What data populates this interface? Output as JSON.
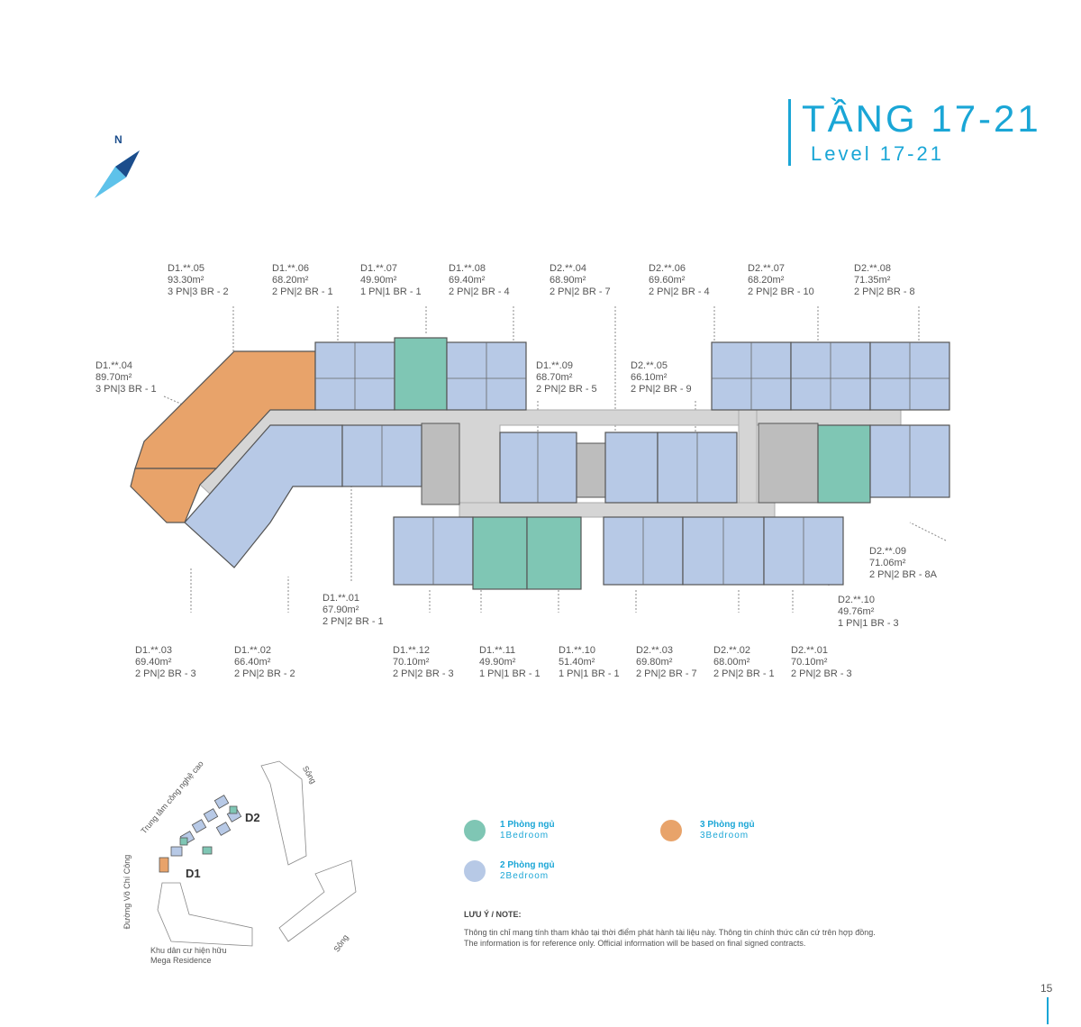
{
  "header": {
    "title_vn": "TẦNG 17-21",
    "title_en": "Level 17-21"
  },
  "compass": {
    "label": "N"
  },
  "colors": {
    "one_bedroom": "#7fc6b4",
    "two_bedroom": "#b7c9e6",
    "three_bedroom": "#e8a36a",
    "accent": "#1aa6d6"
  },
  "units": [
    {
      "code": "D1.**.05",
      "area": "93.30m²",
      "type": "3 PN|3 BR - 2"
    },
    {
      "code": "D1.**.06",
      "area": "68.20m²",
      "type": "2 PN|2 BR - 1"
    },
    {
      "code": "D1.**.07",
      "area": "49.90m²",
      "type": "1 PN|1 BR - 1"
    },
    {
      "code": "D1.**.08",
      "area": "69.40m²",
      "type": "2 PN|2 BR - 4"
    },
    {
      "code": "D2.**.04",
      "area": "68.90m²",
      "type": "2 PN|2 BR - 7"
    },
    {
      "code": "D2.**.06",
      "area": "69.60m²",
      "type": "2 PN|2 BR - 4"
    },
    {
      "code": "D2.**.07",
      "area": "68.20m²",
      "type": "2 PN|2 BR - 10"
    },
    {
      "code": "D2.**.08",
      "area": "71.35m²",
      "type": "2 PN|2 BR - 8"
    },
    {
      "code": "D1.**.04",
      "area": "89.70m²",
      "type": "3 PN|3 BR - 1"
    },
    {
      "code": "D1.**.09",
      "area": "68.70m²",
      "type": "2 PN|2 BR - 5"
    },
    {
      "code": "D2.**.05",
      "area": "66.10m²",
      "type": "2 PN|2 BR - 9"
    },
    {
      "code": "D2.**.09",
      "area": "71.06m²",
      "type": "2 PN|2 BR - 8A"
    },
    {
      "code": "D1.**.01",
      "area": "67.90m²",
      "type": "2 PN|2 BR - 1"
    },
    {
      "code": "D2.**.10",
      "area": "49.76m²",
      "type": "1 PN|1 BR - 3"
    },
    {
      "code": "D1.**.03",
      "area": "69.40m²",
      "type": "2 PN|2 BR - 3"
    },
    {
      "code": "D1.**.02",
      "area": "66.40m²",
      "type": "2 PN|2 BR - 2"
    },
    {
      "code": "D1.**.12",
      "area": "70.10m²",
      "type": "2 PN|2 BR - 3"
    },
    {
      "code": "D1.**.11",
      "area": "49.90m²",
      "type": "1 PN|1 BR - 1"
    },
    {
      "code": "D1.**.10",
      "area": "51.40m²",
      "type": "1 PN|1 BR - 1"
    },
    {
      "code": "D2.**.03",
      "area": "69.80m²",
      "type": "2 PN|2 BR - 7"
    },
    {
      "code": "D2.**.02",
      "area": "68.00m²",
      "type": "2 PN|2 BR - 1"
    },
    {
      "code": "D2.**.01",
      "area": "70.10m²",
      "type": "2 PN|2 BR - 3"
    }
  ],
  "site_map": {
    "tower1": "D1",
    "tower2": "D2",
    "road_left": "Đường Võ Chí Công",
    "tech_center": "Trung tâm công nghệ cao",
    "river_top": "Sông",
    "river_bottom": "Sông",
    "residence_line1": "Khu dân cư hiện hữu",
    "residence_line2": "Mega Residence"
  },
  "legend": [
    {
      "vn": "1 Phòng ngủ",
      "en": "1Bedroom",
      "color": "#7fc6b4"
    },
    {
      "vn": "3 Phòng ngủ",
      "en": "3Bedroom",
      "color": "#e8a36a"
    },
    {
      "vn": "2 Phòng ngủ",
      "en": "2Bedroom",
      "color": "#b7c9e6"
    }
  ],
  "note": {
    "heading": "LƯU Ý / NOTE:",
    "line1": "Thông tin chỉ mang tính tham khảo tại thời điểm phát hành tài liệu này. Thông tin chính thức căn cứ trên hợp đồng.",
    "line2": "The information is for reference only. Official information will be based on final signed contracts."
  },
  "page_number": "15"
}
